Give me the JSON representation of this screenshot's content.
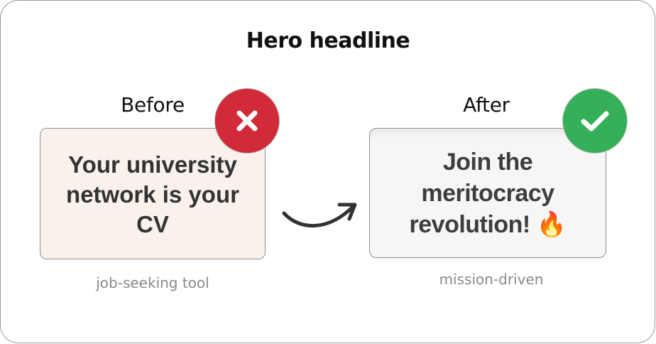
{
  "title": "Hero headline",
  "before": {
    "label": "Before",
    "headline": "Your university network is your CV",
    "caption": "job-seeking tool",
    "badge_icon": "x-icon",
    "badge_color": "#d12b3a",
    "card_background": "#f9f1ec"
  },
  "after": {
    "label": "After",
    "headline": "Join the meritocracy revolution! 🔥",
    "caption": "mission-driven",
    "badge_icon": "check-icon",
    "badge_color": "#35b059",
    "card_background": "#f7f6f5"
  },
  "connector": {
    "icon": "curved-arrow-right-icon",
    "color": "#333333"
  }
}
